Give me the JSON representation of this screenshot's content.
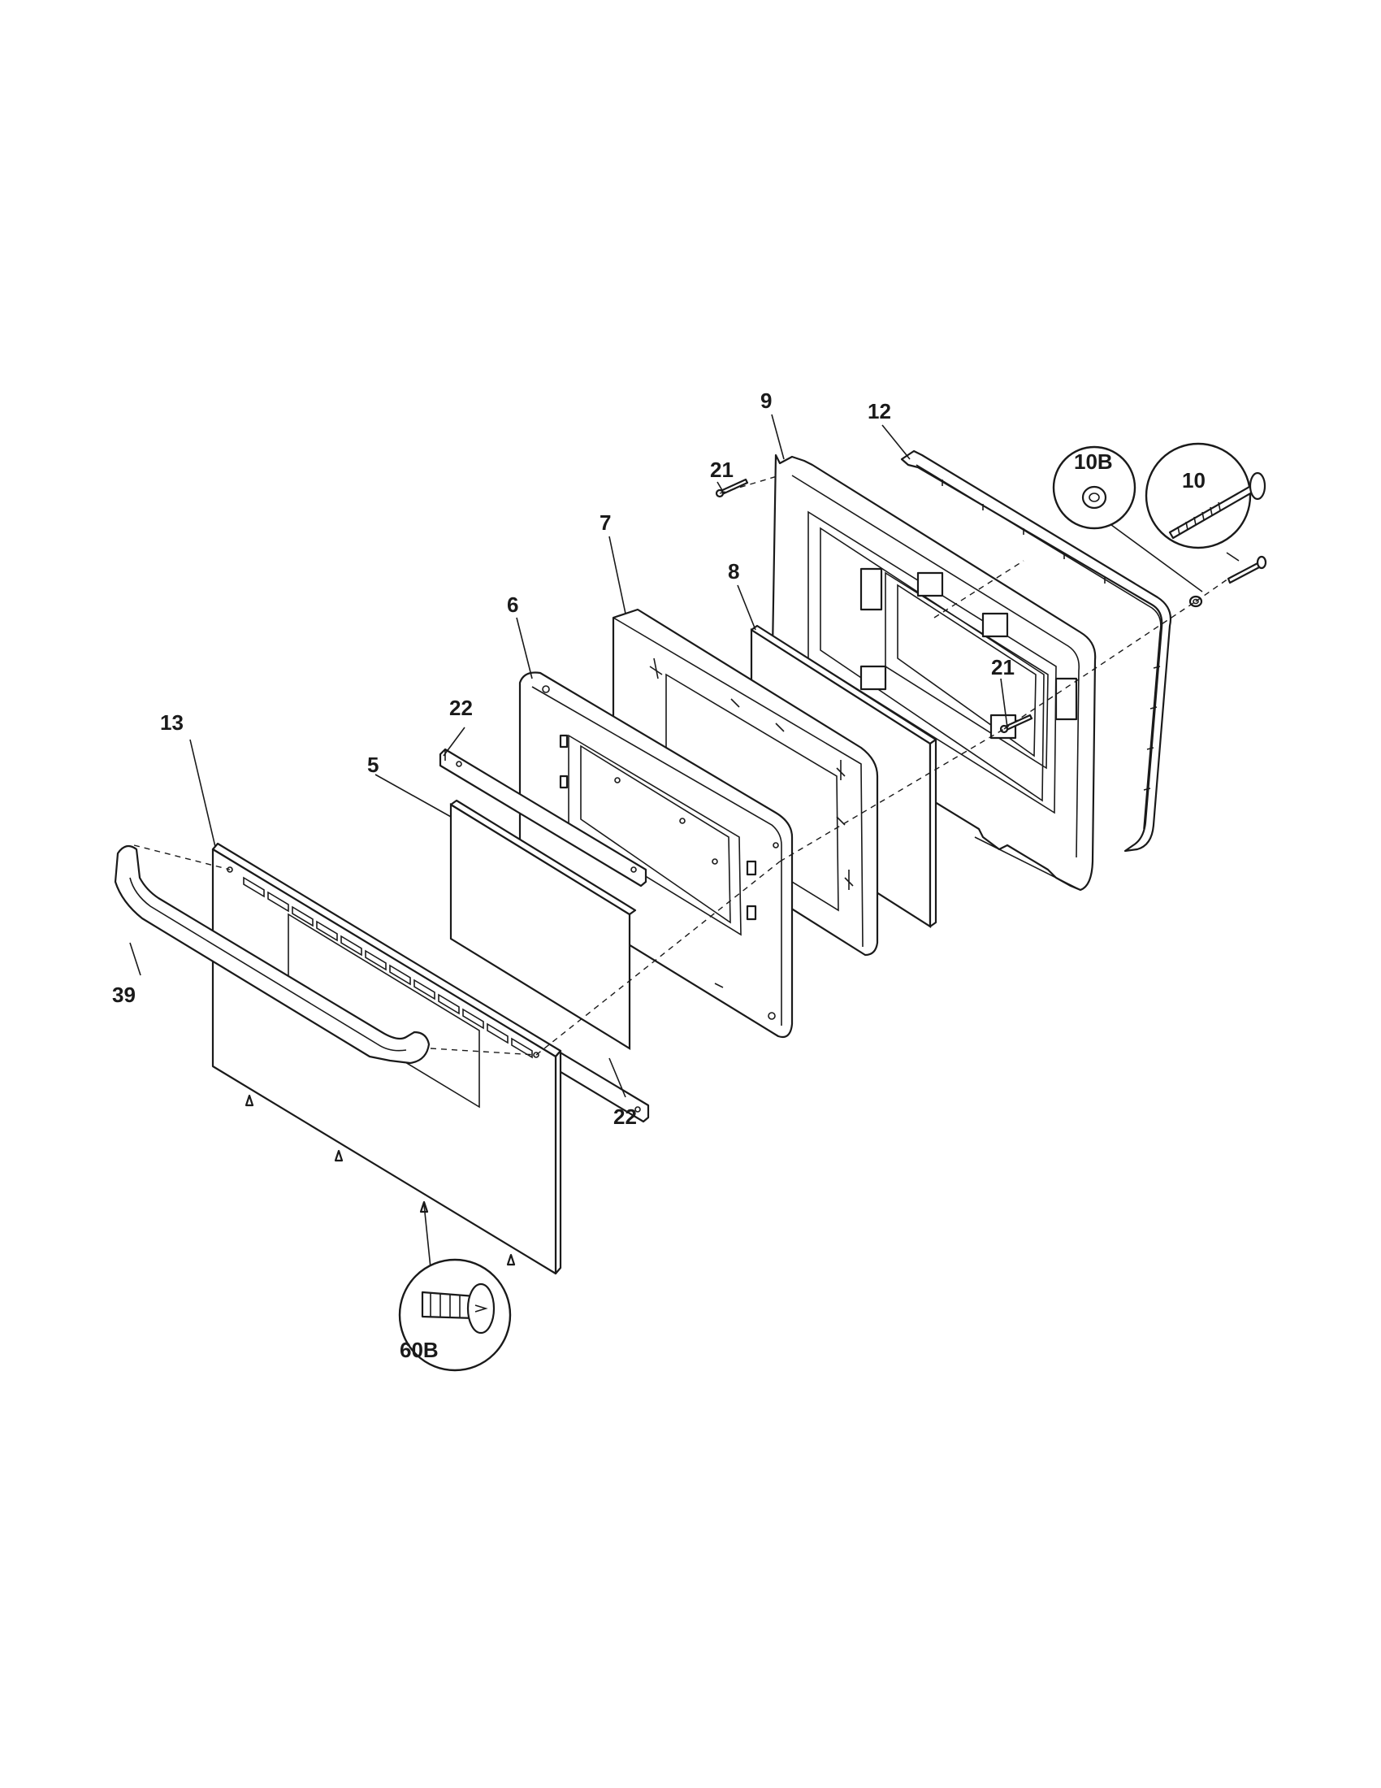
{
  "diagram": {
    "parts": [
      {
        "id": "door-front-panel",
        "label": "13"
      },
      {
        "id": "handle",
        "label": "39"
      },
      {
        "id": "inner-glass",
        "label": "5"
      },
      {
        "id": "glass-retainer-top",
        "label": "22"
      },
      {
        "id": "glass-retainer-bottom",
        "label": "22"
      },
      {
        "id": "glass-frame",
        "label": "6"
      },
      {
        "id": "insulation",
        "label": "7"
      },
      {
        "id": "outer-glass",
        "label": "8"
      },
      {
        "id": "door-liner",
        "label": "9"
      },
      {
        "id": "gasket",
        "label": "12"
      },
      {
        "id": "pin-top",
        "label": "21"
      },
      {
        "id": "pin-right",
        "label": "21"
      },
      {
        "id": "handle-screw",
        "label": "10"
      },
      {
        "id": "washer",
        "label": "10B"
      },
      {
        "id": "screw",
        "label": "60B"
      }
    ]
  }
}
